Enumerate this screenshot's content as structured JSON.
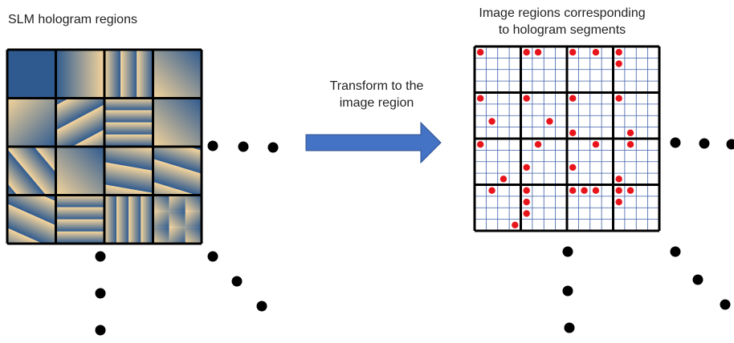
{
  "left_panel": {
    "title": "SLM hologram regions",
    "gradient_colors": {
      "dark": "#2e5a8f",
      "light": "#f6d59c"
    },
    "segments": [
      {
        "pattern": "solid"
      },
      {
        "pattern": "horizontal"
      },
      {
        "pattern": "vertical"
      },
      {
        "pattern": "diagonal"
      },
      {
        "pattern": "diagonal"
      },
      {
        "pattern": "radial-stripes"
      },
      {
        "pattern": "horizontal-bands"
      },
      {
        "pattern": "diagonal"
      },
      {
        "pattern": "diagonal-stripes"
      },
      {
        "pattern": "diagonal"
      },
      {
        "pattern": "rotated-stripes"
      },
      {
        "pattern": "rotated-stripes"
      },
      {
        "pattern": "rotated-stripes"
      },
      {
        "pattern": "horizontal-bands"
      },
      {
        "pattern": "vertical-stripes"
      },
      {
        "pattern": "checker"
      }
    ]
  },
  "arrow": {
    "label_lines": [
      "Transform to the",
      "image region"
    ],
    "color": "#4472c4"
  },
  "right_panel": {
    "title_lines": [
      "Image regions corresponding",
      "to hologram segments"
    ],
    "grid_line_color": "#3d5fa8",
    "dot_color": "#e8141c",
    "segments": [
      {
        "dots": [
          [
            0,
            0
          ]
        ]
      },
      {
        "dots": [
          [
            0,
            0
          ],
          [
            1,
            0
          ]
        ]
      },
      {
        "dots": [
          [
            0,
            0
          ],
          [
            2,
            0
          ]
        ]
      },
      {
        "dots": [
          [
            0,
            0
          ],
          [
            0,
            1
          ]
        ]
      },
      {
        "dots": [
          [
            0,
            0
          ],
          [
            1,
            2
          ]
        ]
      },
      {
        "dots": [
          [
            0,
            0
          ],
          [
            2,
            2
          ]
        ]
      },
      {
        "dots": [
          [
            0,
            0
          ],
          [
            0,
            3
          ]
        ]
      },
      {
        "dots": [
          [
            0,
            0
          ],
          [
            1,
            3
          ]
        ]
      },
      {
        "dots": [
          [
            0,
            0
          ],
          [
            2,
            3
          ]
        ]
      },
      {
        "dots": [
          [
            0,
            2
          ],
          [
            1,
            0
          ]
        ]
      },
      {
        "dots": [
          [
            0,
            2
          ],
          [
            2,
            0
          ]
        ]
      },
      {
        "dots": [
          [
            0,
            3
          ],
          [
            1,
            0
          ]
        ]
      },
      {
        "dots": [
          [
            1,
            0
          ],
          [
            3,
            3
          ]
        ]
      },
      {
        "dots": [
          [
            0,
            0
          ],
          [
            0,
            1
          ],
          [
            0,
            2
          ]
        ]
      },
      {
        "dots": [
          [
            0,
            0
          ],
          [
            1,
            0
          ],
          [
            2,
            0
          ]
        ]
      },
      {
        "dots": [
          [
            0,
            0
          ],
          [
            1,
            0
          ],
          [
            0,
            1
          ]
        ]
      }
    ]
  },
  "dot_color": "#000000"
}
